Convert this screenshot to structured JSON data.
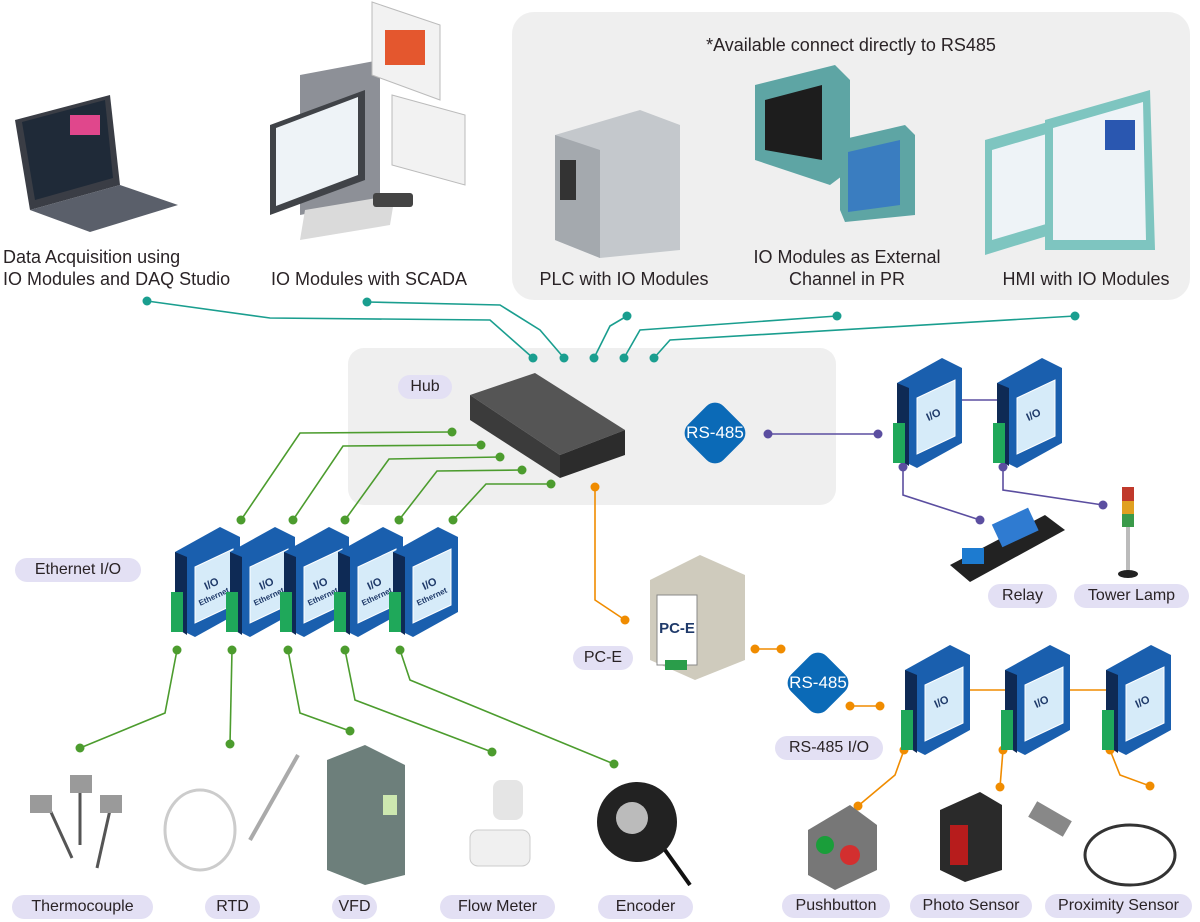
{
  "colors": {
    "ethernet_line": "#4c9c2e",
    "scada_line": "#1a9e8f",
    "rs485_line": "#f08c00",
    "relay_line": "#5b4ea0",
    "rs485_badge": "#0b6ab7",
    "label_pill": "#e3e0f4",
    "panel": "#efefef",
    "io_module": "#1a5fae"
  },
  "top": {
    "daq_label": [
      "Data Acquisition using",
      "IO Modules and DAQ Studio"
    ],
    "scada_label": "IO Modules with SCADA",
    "panel_note": "*Available connect directly to RS485",
    "plc_label": "PLC with IO Modules",
    "pr_label": [
      "IO Modules as External",
      "Channel in PR"
    ],
    "hmi_label": "HMI with IO Modules"
  },
  "hub": {
    "label": "Hub",
    "rs485_badge": "RS-485"
  },
  "ethernet": {
    "label": "Ethernet I/O",
    "module_text": [
      "I/O",
      "Ethernet"
    ]
  },
  "rs485_side": {
    "module_text": "I/O",
    "relay": "Relay",
    "tower_lamp": "Tower Lamp"
  },
  "pce": {
    "label": "PC-E",
    "device_text": "PC-E",
    "rs485_badge": "RS-485",
    "io_label": "RS-485 I/O",
    "module_text": "I/O"
  },
  "devices": [
    "Thermocouple",
    "RTD",
    "VFD",
    "Flow Meter",
    "Encoder",
    "Pushbutton",
    "Photo Sensor",
    "Proximity Sensor"
  ]
}
